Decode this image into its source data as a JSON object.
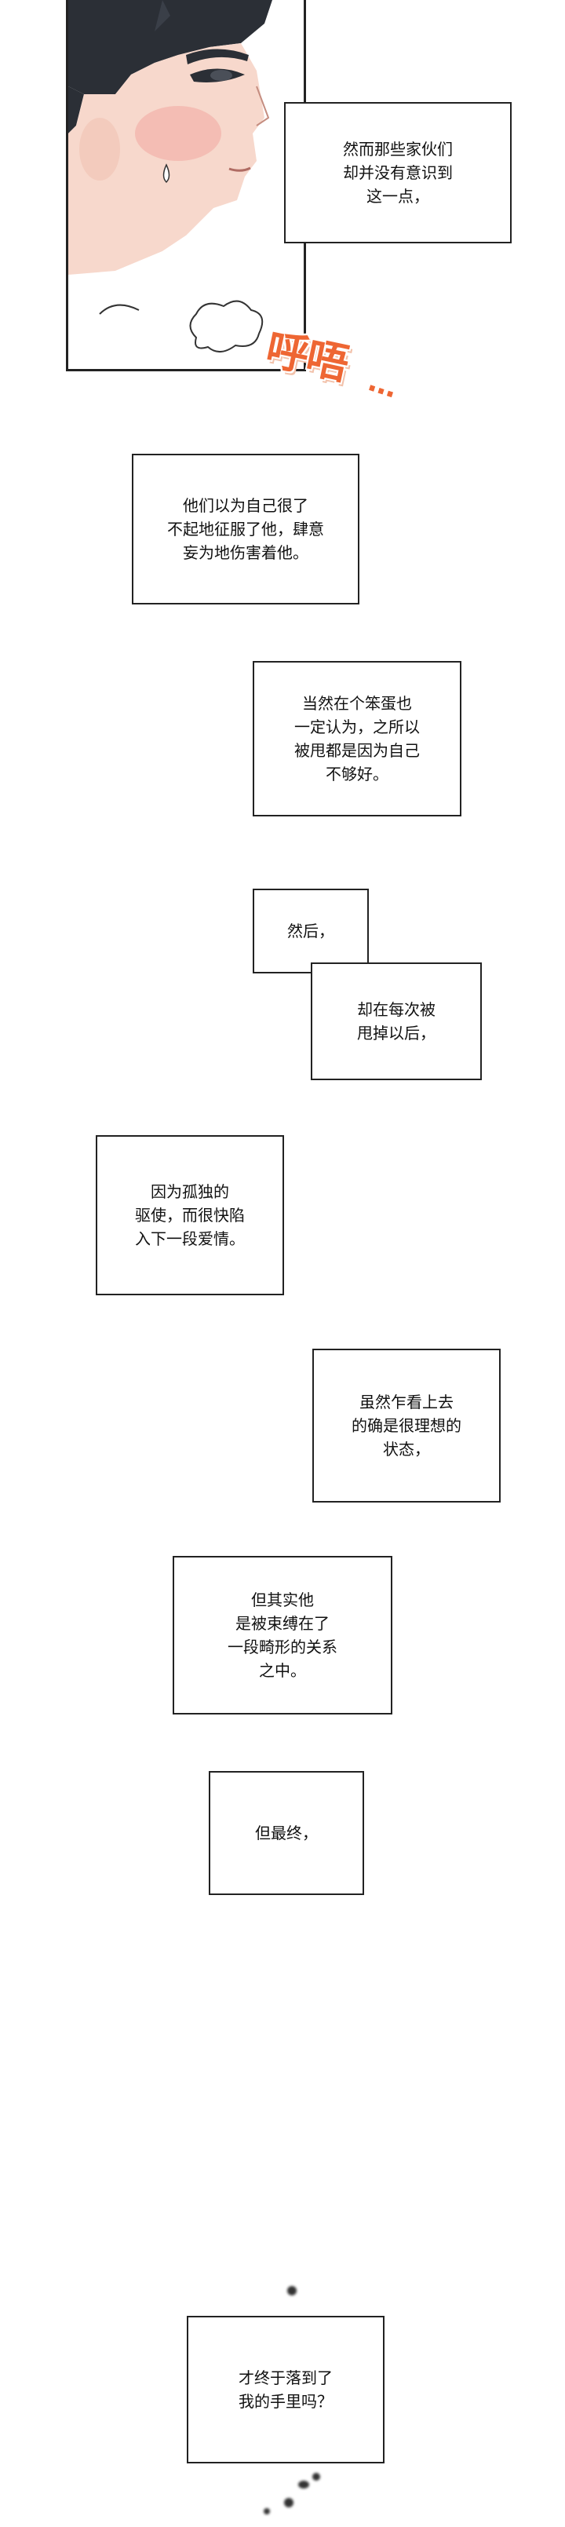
{
  "captions": [
    {
      "id": "c1",
      "text": "然而那些家伙们\n却并没有意识到\n这一点，"
    },
    {
      "id": "c2",
      "text": "他们以为自己很了\n不起地征服了他，肆意\n妄为地伤害着他。"
    },
    {
      "id": "c3",
      "text": "当然在个笨蛋也\n一定认为，之所以\n被甩都是因为自己\n不够好。"
    },
    {
      "id": "c4",
      "text": "然后，"
    },
    {
      "id": "c5",
      "text": "却在每次被\n甩掉以后，"
    },
    {
      "id": "c6",
      "text": "因为孤独的\n驱使，而很快陷\n入下一段爱情。"
    },
    {
      "id": "c7",
      "text": "虽然乍看上去\n的确是很理想的\n状态，"
    },
    {
      "id": "c8",
      "text": "但其实他\n是被束缚在了\n一段畸形的关系\n之中。"
    },
    {
      "id": "c9",
      "text": "但最终，"
    },
    {
      "id": "c10",
      "text": "才终于落到了\n我的手里吗？"
    }
  ],
  "sfx": {
    "main": "呼唔",
    "dots": "…"
  },
  "colors": {
    "sfx": "#ee6633",
    "ink": "#222222",
    "skin": "#f7d8cc",
    "blush": "#f2a7a0",
    "hair": "#2b2f36"
  }
}
